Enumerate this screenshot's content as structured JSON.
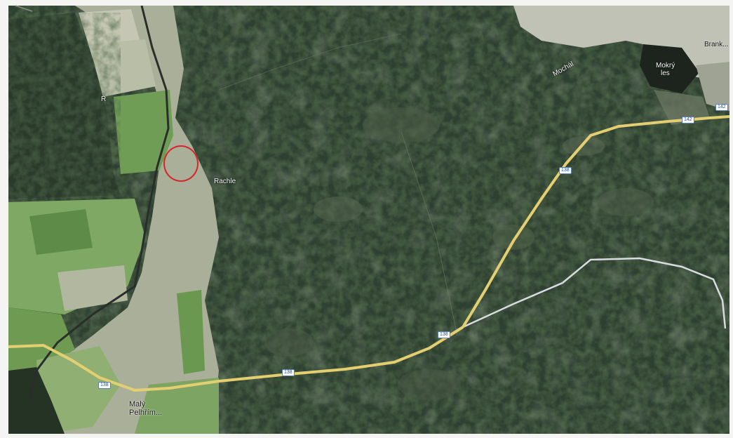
{
  "map": {
    "place_labels": [
      {
        "id": "brank",
        "text": "Brank..."
      },
      {
        "id": "bog-1",
        "text": "Mochál"
      },
      {
        "id": "bog-2",
        "text": "Mokrý"
      },
      {
        "id": "bog-2b",
        "text": "les"
      },
      {
        "id": "forest-label",
        "text": "Rachle"
      },
      {
        "id": "field-label",
        "text": "Ř"
      },
      {
        "id": "village-1",
        "text": "Malý"
      },
      {
        "id": "village-2",
        "text": "Pelhřím..."
      }
    ],
    "road_shields": [
      {
        "id": "r-top-right",
        "text": "142"
      },
      {
        "id": "r-mid",
        "text": "138"
      },
      {
        "id": "r-junction",
        "text": "138"
      },
      {
        "id": "r-bottom-mid",
        "text": "138"
      },
      {
        "id": "r-bottom-left",
        "text": "138"
      },
      {
        "id": "r-top-right-2",
        "text": "142"
      }
    ],
    "colors": {
      "forest": "#22301f",
      "meadow": "#6e9a52",
      "field": "#b8bda4",
      "road_main": "#e3cf72",
      "road_minor": "#d8dbe0",
      "marker": "#d6262b"
    }
  }
}
